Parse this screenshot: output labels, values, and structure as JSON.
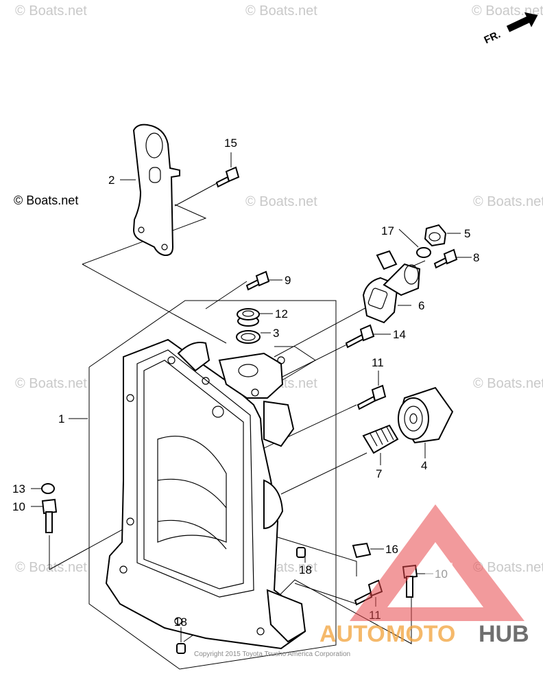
{
  "watermark_text": "© Boats.net",
  "copyright_text": "© Boats.net",
  "footer_text": "Copyright 2015 Toyota Tsusho America Corporation",
  "direction_label": "FR.",
  "brand": {
    "part1": "AUTO",
    "part2": "MOTO",
    "part3": "HUB",
    "color_orange": "#f2a23a",
    "color_gray": "#777777",
    "color_red": "#e8474a"
  },
  "callouts": {
    "c1": "1",
    "c2": "2",
    "c3": "3",
    "c4": "4",
    "c5": "5",
    "c6": "6",
    "c7": "7",
    "c8": "8",
    "c9": "9",
    "c10a": "10",
    "c10b": "10",
    "c11a": "11",
    "c11b": "11",
    "c12": "12",
    "c13": "13",
    "c14": "14",
    "c15": "15",
    "c16": "16",
    "c17": "17",
    "c18a": "18",
    "c18b": "18"
  }
}
